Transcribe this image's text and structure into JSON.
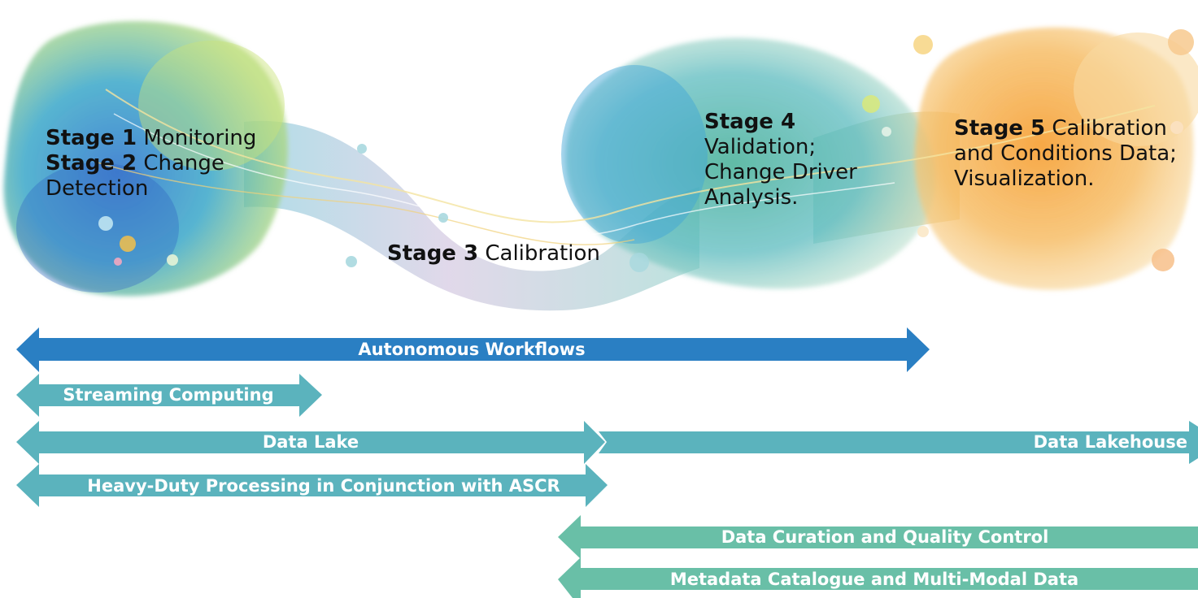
{
  "stages": [
    {
      "id": 1,
      "title": "Stage 1",
      "text": "Monitoring"
    },
    {
      "id": 2,
      "title": "Stage 2",
      "text": "Change Detection"
    },
    {
      "id": 3,
      "title": "Stage 3",
      "text": "Calibration"
    },
    {
      "id": 4,
      "title": "Stage 4",
      "text": "Validation; Change Driver Analysis."
    },
    {
      "id": 5,
      "title": "Stage 5",
      "text": "Calibration and Conditions Data; Visualization."
    }
  ],
  "bars": {
    "autonomous": "Autonomous Workflows",
    "streaming": "Streaming Computing",
    "data_lake": "Data Lake",
    "data_lakehouse": "Data Lakehouse",
    "heavy_duty": "Heavy-Duty Processing in Conjunction with ASCR",
    "curation": "Data Curation and Quality Control",
    "metadata": "Metadata Catalogue and Multi-Modal Data"
  },
  "colors": {
    "autonomous": "#2a7fc3",
    "teal": "#5bb3bd",
    "mint": "#69bfa7"
  }
}
